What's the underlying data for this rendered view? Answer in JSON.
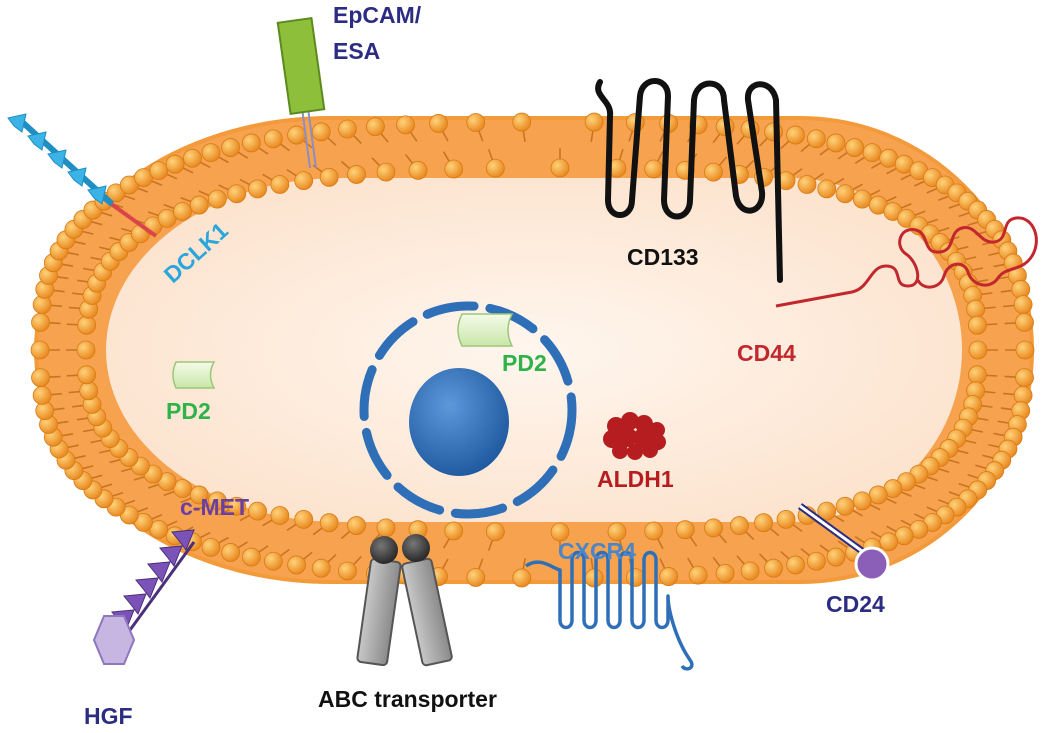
{
  "labels": {
    "epcam": "EpCAM/",
    "esa": "ESA",
    "cd133": "CD133",
    "cd44": "CD44",
    "dclk1": "DCLK1",
    "pd2_left": "PD2",
    "pd2_center": "PD2",
    "aldh1": "ALDH1",
    "cmet": "c-MET",
    "cxcr4": "CXCR4",
    "cd24": "CD24",
    "hgf": "HGF",
    "abc": "ABC transporter"
  },
  "colors": {
    "membrane": "#f39a3b",
    "cytoplasm": "#fdeee3",
    "nucleus": "#2f6fb8",
    "epcam": "#2c2d82",
    "dclk1": "#2aa6dd",
    "cd44": "#c1272d",
    "cd133": "#111111",
    "pd2": "#2db34a",
    "aldh1": "#b51d20",
    "cmet": "#6b3fa0",
    "cxcr4": "#4a86c8",
    "cd24": "#2c2d82",
    "hgf": "#2c2d82",
    "abc": "#111111"
  }
}
